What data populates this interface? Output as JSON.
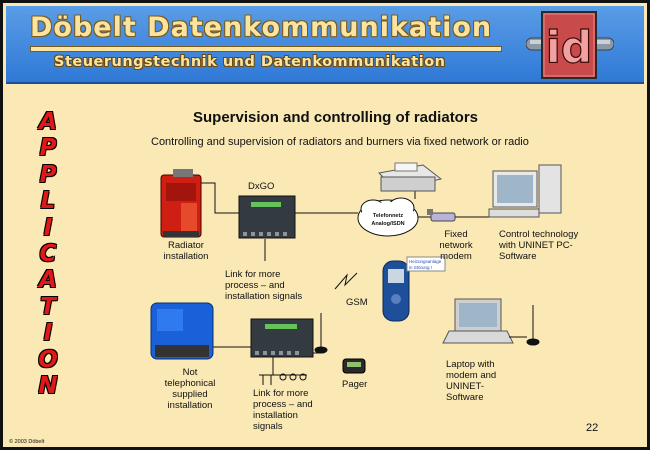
{
  "banner": {
    "company": "Döbelt Datenkommunikation",
    "tagline": "Steuerungstechnik und Datenkommunikation",
    "logo_letters": "id"
  },
  "side_word": [
    "A",
    "P",
    "P",
    "L",
    "I",
    "C",
    "A",
    "T",
    "I",
    "O",
    "N"
  ],
  "title": "Supervision and controlling of radiators",
  "subtitle": "Controlling and supervision of radiators and burners via fixed network or radio",
  "labels": {
    "dxgo": "DxGO",
    "radiator": [
      "Radiator",
      "installation"
    ],
    "link_top": [
      "Link for more",
      "process – and",
      "installation signals"
    ],
    "network": [
      "Telefonnetz",
      "Analog/ISDN"
    ],
    "modem": [
      "Fixed",
      "network",
      "modem"
    ],
    "control": [
      "Control technology",
      "with UNINET PC-",
      "Software"
    ],
    "gsm": "GSM",
    "phone_screen": [
      "Heizungsanlage",
      "in Störung !"
    ],
    "not_phone": [
      "Not",
      "telephonical",
      "supplied",
      "installation"
    ],
    "pager": "Pager",
    "link_bottom": [
      "Link for more",
      "process – and",
      "installation",
      "signals"
    ],
    "laptop": [
      "Laptop with",
      "modem and",
      "UNINET-",
      "Software"
    ]
  },
  "page_number": "22",
  "copyright": "© 2003 Döbelt",
  "colors": {
    "banner": "#3d86de",
    "background": "#fae9b5",
    "accent_red": "#e01818",
    "heading_gold": "#fbe3a0"
  }
}
